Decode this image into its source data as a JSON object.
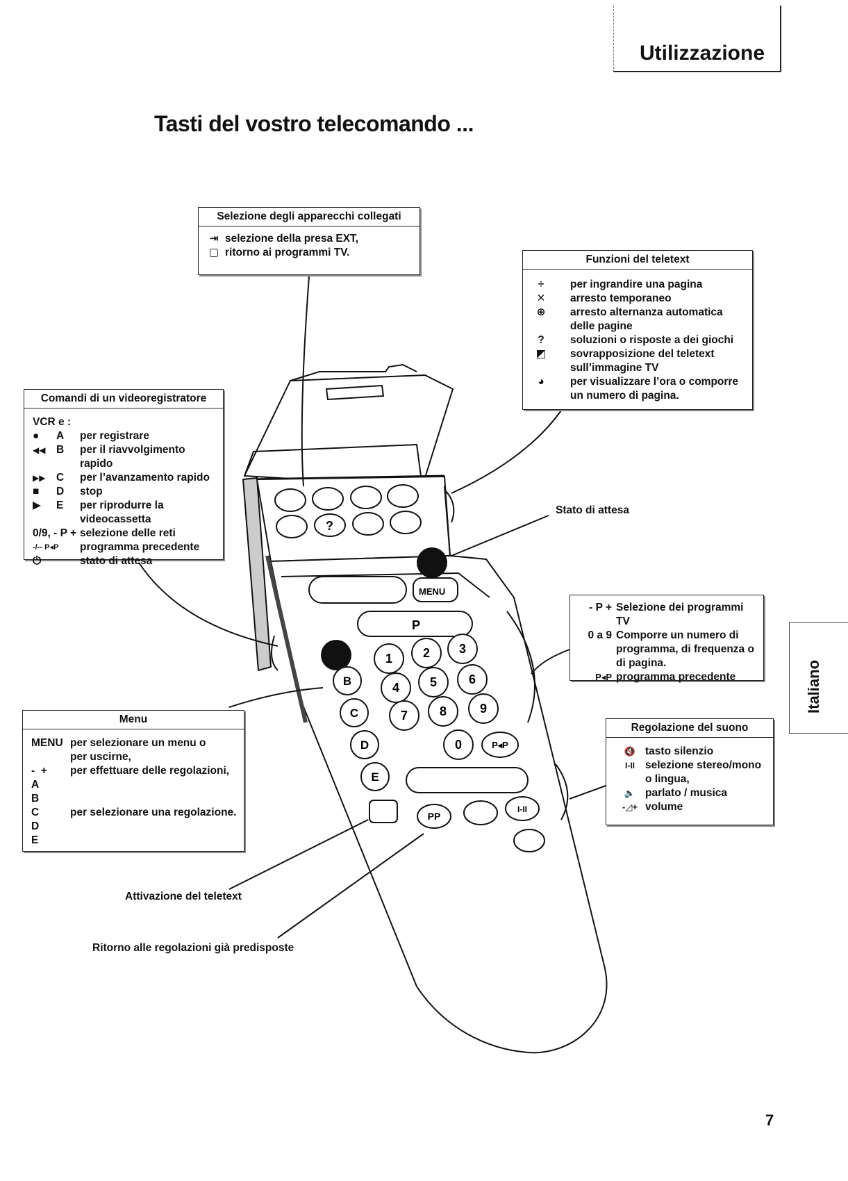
{
  "header": {
    "section": "Utilizzazione"
  },
  "title": "Tasti del vostro telecomando ...",
  "language_tab": "Italiano",
  "page_number": "7",
  "boxes": {
    "connected": {
      "title": "Selezione degli apparecchi collegati",
      "items": [
        {
          "icon": "ext-input-icon",
          "text": "selezione della presa EXT,"
        },
        {
          "icon": "tv-programs-icon",
          "text": "ritorno ai programmi TV."
        }
      ]
    },
    "teletext": {
      "title": "Funzioni del teletext",
      "items": [
        {
          "icon": "enlarge-page-icon",
          "text": "per ingrandire una pagina"
        },
        {
          "icon": "hold-icon",
          "text": "arresto temporaneo"
        },
        {
          "icon": "stop-rotation-icon",
          "text": "arresto alternanza automatica"
        },
        {
          "icon": "",
          "text": "delle pagine"
        },
        {
          "icon": "reveal-icon",
          "text": "soluzioni o risposte a dei giochi"
        },
        {
          "icon": "mix-icon",
          "text": "sovrapposizione del teletext"
        },
        {
          "icon": "",
          "text": "sull’immagine TV"
        },
        {
          "icon": "clock-icon",
          "text": "per visualizzare l’ora o comporre"
        },
        {
          "icon": "",
          "text": "un numero di pagina."
        }
      ]
    },
    "vcr": {
      "title": "Comandi di un videoregistratore",
      "intro": "VCR e :",
      "items": [
        {
          "sym": "●",
          "key": "A",
          "text": "per registrare"
        },
        {
          "sym": "◀◀",
          "key": "B",
          "text": "per il riavvolgimento rapido"
        },
        {
          "sym": "▶▶",
          "key": "C",
          "text": "per l’avanzamento rapido"
        },
        {
          "sym": "■",
          "key": "D",
          "text": "stop"
        },
        {
          "sym": "▶",
          "key": "E",
          "text": "per riprodurre la"
        },
        {
          "sym": "",
          "key": "",
          "text": "videocassetta"
        }
      ],
      "extra": [
        {
          "key": "0/9, - P +",
          "text": "selezione delle reti"
        },
        {
          "key": "-/-- P◂P",
          "text": "programma precedente"
        },
        {
          "key": "⏻",
          "text": "stato di attesa"
        }
      ]
    },
    "programs": {
      "items": [
        {
          "key": "- P +",
          "text": "Selezione dei programmi TV"
        },
        {
          "key": "0 a 9",
          "text": "Comporre un numero di"
        },
        {
          "key": "",
          "text": "programma, di frequenza o"
        },
        {
          "key": "",
          "text": "di pagina."
        },
        {
          "key": "P◂P",
          "text": "programma precedente"
        }
      ]
    },
    "menu": {
      "title": "Menu",
      "items": [
        {
          "key": "MENU",
          "text": "per selezionare un menu o"
        },
        {
          "key": "",
          "text": "per uscirne,"
        },
        {
          "key": "-  +",
          "text": "per effettuare delle regolazioni,"
        },
        {
          "key": "A",
          "text": ""
        },
        {
          "key": "B",
          "text": ""
        },
        {
          "key": "C",
          "text": "per selezionare una regolazione."
        },
        {
          "key": "D",
          "text": ""
        },
        {
          "key": "E",
          "text": ""
        }
      ]
    },
    "sound": {
      "title": "Regolazione del suono",
      "items": [
        {
          "sym": "🔇",
          "text": "tasto silenzio"
        },
        {
          "sym": "I-II",
          "text": "selezione stereo/mono"
        },
        {
          "sym": "",
          "text": "o lingua,"
        },
        {
          "sym": "🔈",
          "text": "parlato / musica"
        },
        {
          "sym": "-◿+",
          "text": "volume"
        }
      ]
    }
  },
  "labels": {
    "standby": "Stato di attesa",
    "teletext_on": "Attivazione del teletext",
    "presets": "Ritorno alle regolazioni già predisposte"
  },
  "remote": {
    "lid_buttons": [
      "",
      "",
      "",
      "",
      "",
      "?",
      "",
      ""
    ],
    "menu_btn": "MENU",
    "p_label": "P",
    "digits": [
      "1",
      "2",
      "3",
      "4",
      "5",
      "6",
      "7",
      "8",
      "9",
      "0"
    ],
    "pp_label": "P◂P",
    "vcr_keys": [
      "B",
      "C",
      "D",
      "E"
    ],
    "bottom": [
      "PP",
      "",
      "I-II"
    ]
  }
}
